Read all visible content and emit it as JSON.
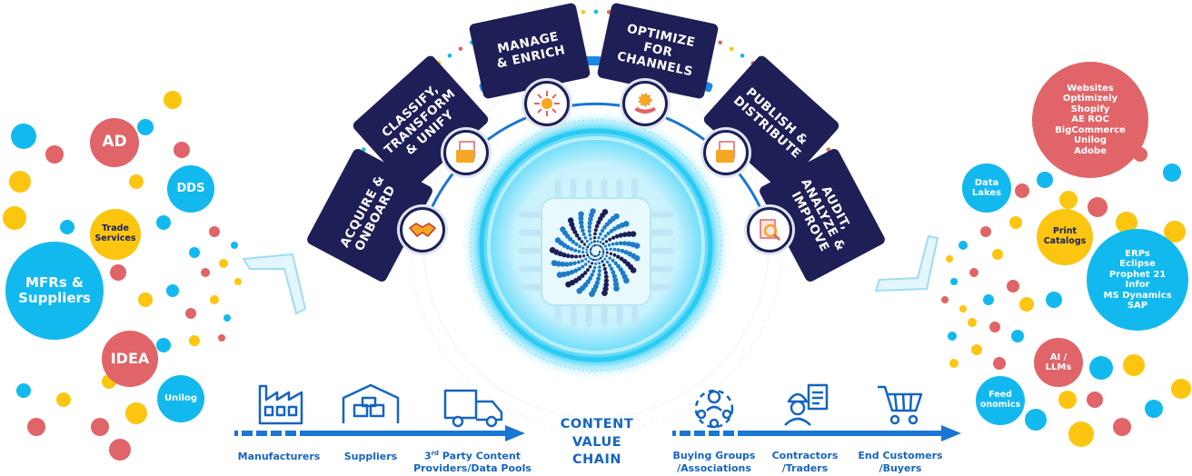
{
  "colors": {
    "navy": "#1d1f56",
    "red": "#e06468",
    "blue": "#12b9ee",
    "yellow": "#fcc610",
    "brand_blue": "#1565c0",
    "orange": "#f5a623"
  },
  "left_sources": {
    "ad": "AD",
    "dds": "DDS",
    "trade_services": "Trade\nServices",
    "mfrs": "MFRs &\nSuppliers",
    "idea": "IDEA",
    "unilog": "Unilog"
  },
  "right_channels": {
    "web": "Websites\nOptimizely\nShopify\nAE ROC\nBigCommerce\nUnilog\nAdobe",
    "data_lakes": "Data\nLakes",
    "print_catalogs": "Print\nCatalogs",
    "erps": "ERPs\nEclipse\nProphet 21\nInfor\nMS Dynamics\nSAP",
    "ai_llms": "AI /\nLLMs",
    "feedonomics": "Feed\nonomics"
  },
  "steps": {
    "acquire": "ACQUIRE &\nONBOARD",
    "classify": "CLASSIFY,\nTRANSFORM\n& UNIFY",
    "manage": "MANAGE\n& ENRICH",
    "optimize": "OPTIMIZE\nFOR\nCHANNELS",
    "publish": "PUBLISH &\nDISTRIBUTE",
    "audit": "AUDIT,\nANALYZE &\nIMPROVE"
  },
  "chain": {
    "manufacturers": "Manufacturers",
    "suppliers": "Suppliers",
    "providers_pre": "3",
    "providers_sup": "rd",
    "providers_post": " Party Content\nProviders/Data Pools",
    "buying_groups": "Buying Groups\n/Associations",
    "contractors": "Contractors\n/Traders",
    "end_customers": "End Customers\n/Buyers",
    "title_line1": "CONTENT",
    "title_line2": "VALUE",
    "title_line3": "CHAIN"
  },
  "icons": {
    "acquire": "handshake-icon",
    "classify": "document-folder-icon",
    "manage": "gear-arrows-icon",
    "optimize": "gear-hand-icon",
    "publish": "document-folder-icon",
    "audit": "magnifier-report-icon",
    "manufacturers": "factory-icon",
    "suppliers": "warehouse-icon",
    "providers": "truck-icon",
    "buying_groups": "group-icon",
    "contractors": "worker-icon",
    "end_customers": "cart-icon"
  }
}
